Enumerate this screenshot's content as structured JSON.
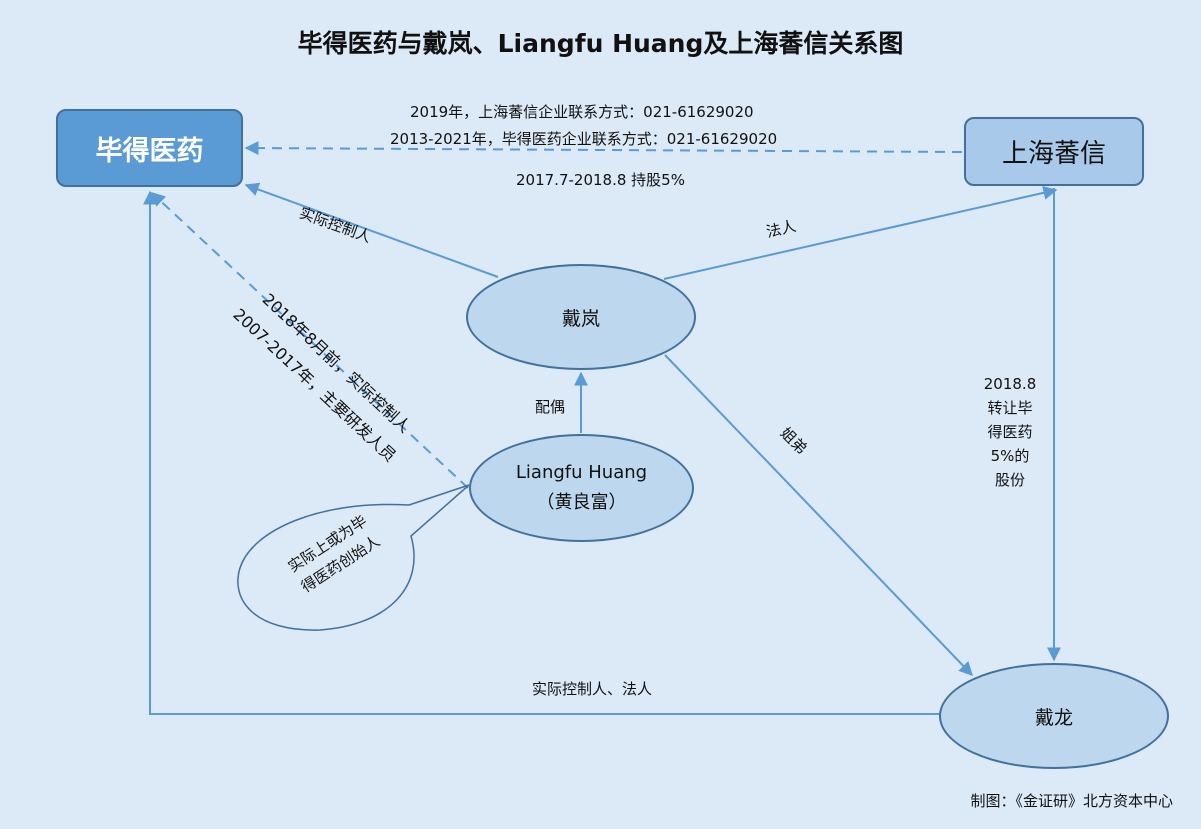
{
  "title": "毕得医药与戴岚、Liangfu Huang及上海萫信关系图",
  "nodes": {
    "bide": "毕得医药",
    "shanghai": "上海萫信",
    "dailan": "戴岚",
    "liangfu_name": "Liangfu Huang",
    "liangfu_cn": "（黄良富）",
    "dailong": "戴龙"
  },
  "edges": {
    "contact_2019": "2019年，上海萫信企业联系方式：021-61629020",
    "contact_2013": "2013-2021年，毕得医药企业联系方式：021-61629020",
    "shareholding": "2017.7-2018.8 持股5%",
    "actual_controller": "实际控制人",
    "legal_person": "法人",
    "spouse": "配偶",
    "siblings": "姐弟",
    "lh_line1": "2018年8月前，实际控制人",
    "lh_line2": "2007-2017年，主要研发人员",
    "transfer": [
      "2018.8",
      "转让毕",
      "得医药",
      "5%的",
      "股份"
    ],
    "dailong_bide": "实际控制人、法人"
  },
  "callout": {
    "line1": "实际上或为毕",
    "line2": "得医药创始人"
  },
  "footer": "制图：《金证研》北方资本中心",
  "colors": {
    "background": "#dce9f6",
    "line": "#5b9bd5",
    "primary_box": "#5b9bd5",
    "secondary_box": "#a9c9ea",
    "ellipse_fill": "#bdd7ee",
    "border": "#41719c"
  }
}
